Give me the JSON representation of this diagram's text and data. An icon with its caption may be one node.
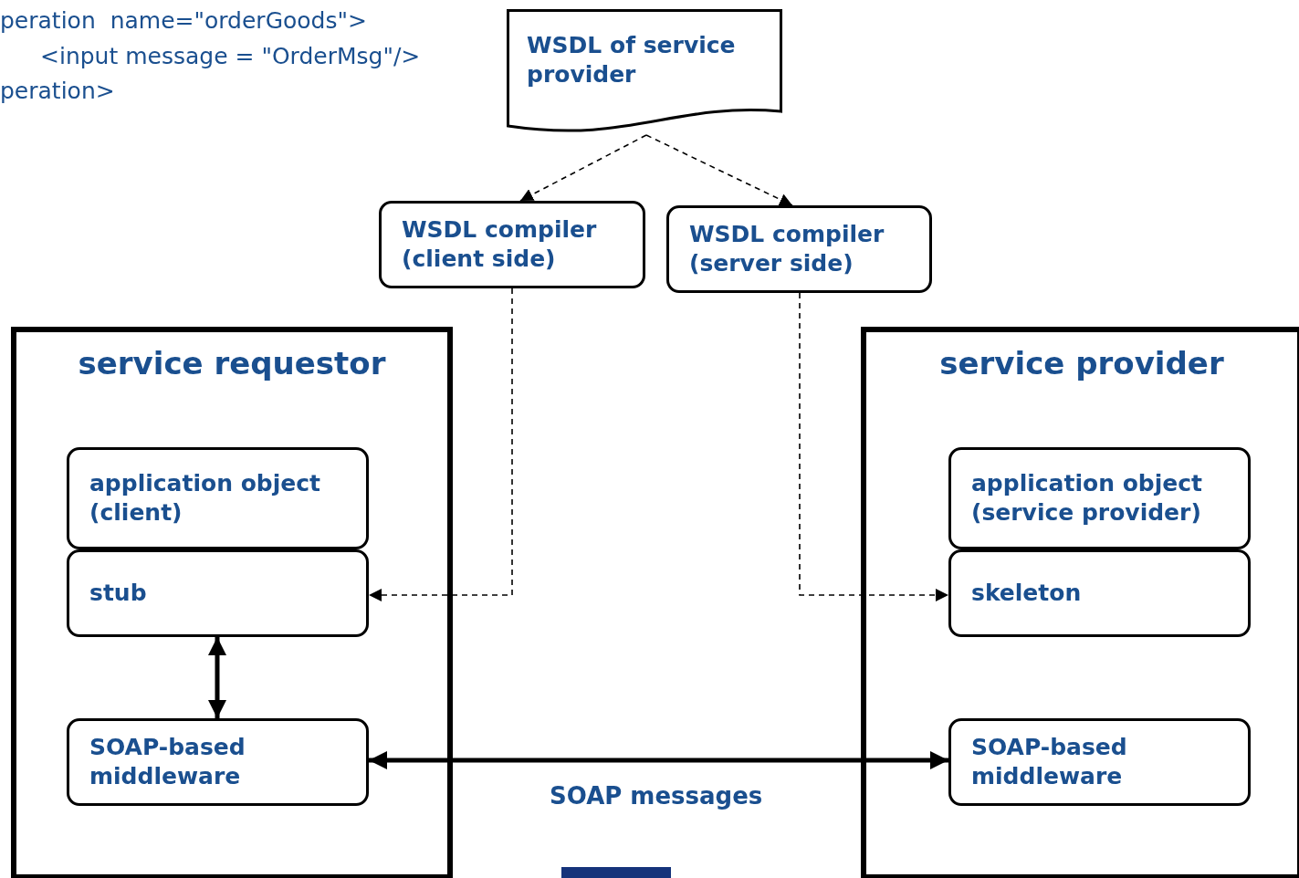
{
  "diagram": {
    "nodes": [
      {
        "text": [
          "WSDL of service provider"
        ]
      },
      {
        "text": [
          "WSDL compiler (client side)"
        ]
      },
      {
        "text": [
          "WSDL compiler (server side)"
        ]
      },
      {
        "text": [
          "service requestor"
        ]
      },
      {
        "text": [
          "application object (client)"
        ],
        "in": 3
      },
      {
        "text": [
          "stub"
        ],
        "in": 3
      },
      {
        "text": [
          "SOAP-based middleware"
        ],
        "in": 3
      },
      {
        "text": [
          "service provider"
        ]
      },
      {
        "text": [
          "application object (service provider)"
        ],
        "in": 7
      },
      {
        "text": [
          "skeleton"
        ],
        "in": 7
      },
      {
        "text": [
          "SOAP-based middleware"
        ],
        "in": 7
      }
    ],
    "edges": [
      {
        "from": 0,
        "to": 1,
        "arrow": "to",
        "style": "dashed"
      },
      {
        "from": 0,
        "to": 2,
        "arrow": "to",
        "style": "dashed"
      },
      {
        "from": 1,
        "to": 5,
        "arrow": "to",
        "style": "dashed"
      },
      {
        "from": 2,
        "to": 9,
        "arrow": "to",
        "style": "dashed"
      },
      {
        "from": 5,
        "to": 6,
        "arrow": "both",
        "style": "thick"
      },
      {
        "from": 6,
        "to": 10,
        "arrow": "both",
        "style": "thick",
        "label": "SOAP messages"
      }
    ],
    "labels": [
      "peration  name=\"orderGoods\">",
      "<input message = \"OrderMsg\"/>",
      "peration>"
    ]
  }
}
